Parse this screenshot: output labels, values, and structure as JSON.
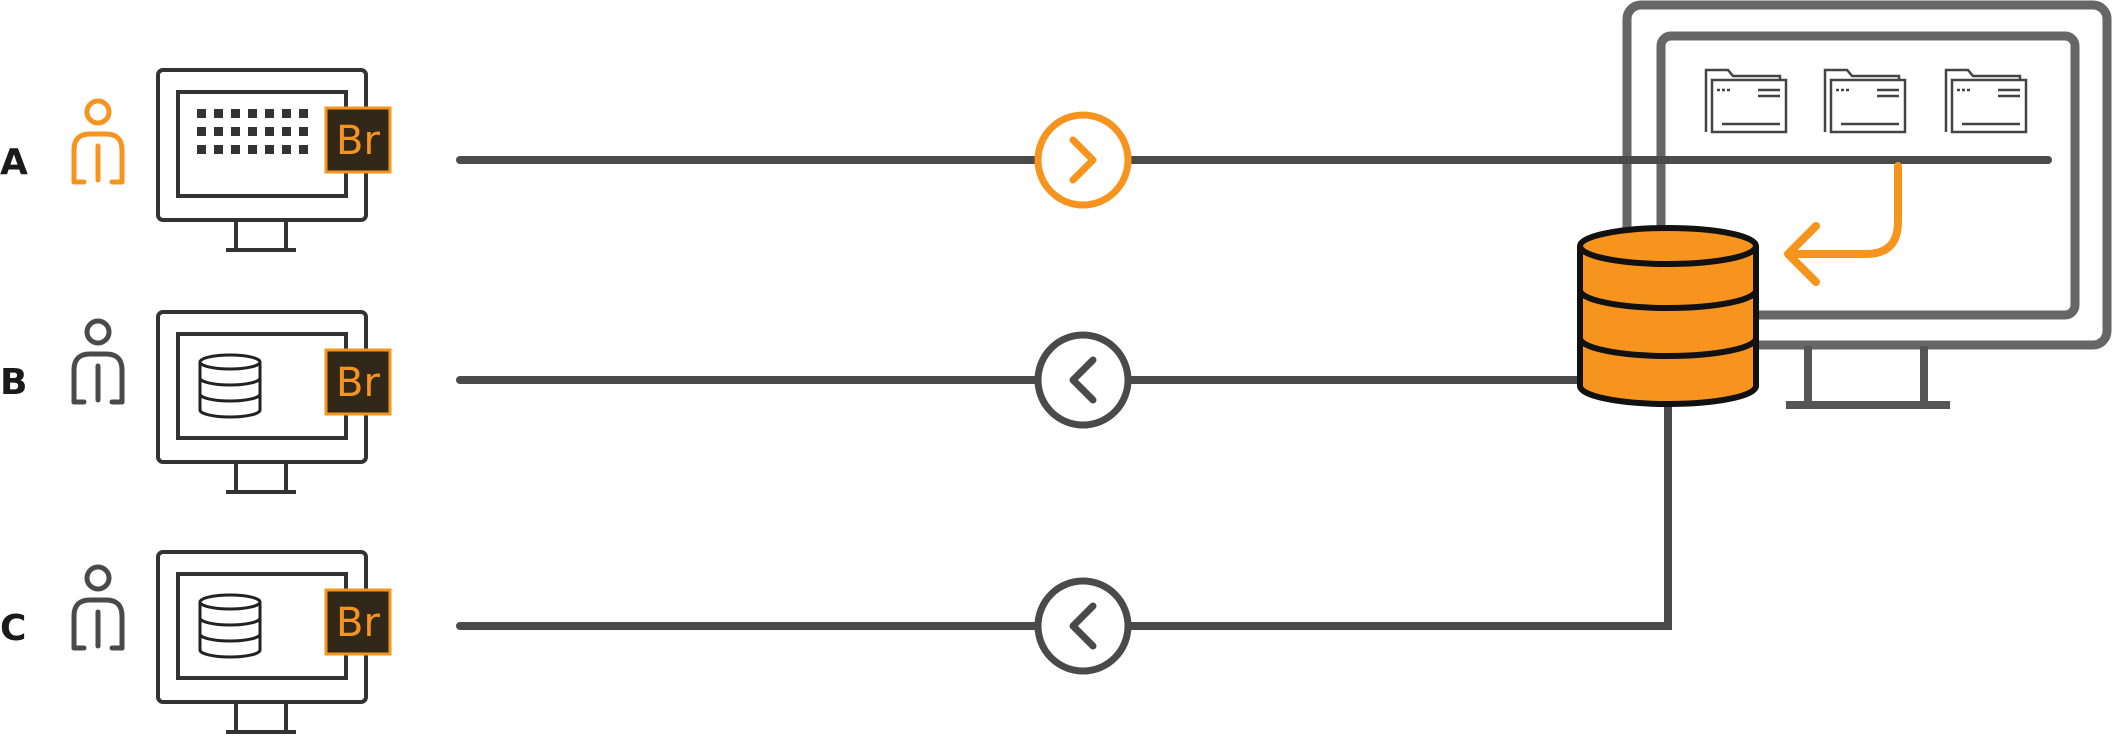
{
  "rows": [
    {
      "label": "A",
      "badge": "Br",
      "state": "active",
      "screen": "thumbnails",
      "direction": "right"
    },
    {
      "label": "B",
      "badge": "Br",
      "state": "inactive",
      "screen": "database",
      "direction": "left"
    },
    {
      "label": "C",
      "badge": "Br",
      "state": "inactive",
      "screen": "database",
      "direction": "left"
    }
  ],
  "server": {
    "folder_count": 3,
    "icon": "server-monitor-icon"
  },
  "database": {
    "icon": "shared-database-icon"
  },
  "colors": {
    "accent": "#f7941d",
    "dark": "#4a4a4a",
    "light_gray": "#666666",
    "badge_bg": "#32281a",
    "badge_text": "#f7941d"
  }
}
